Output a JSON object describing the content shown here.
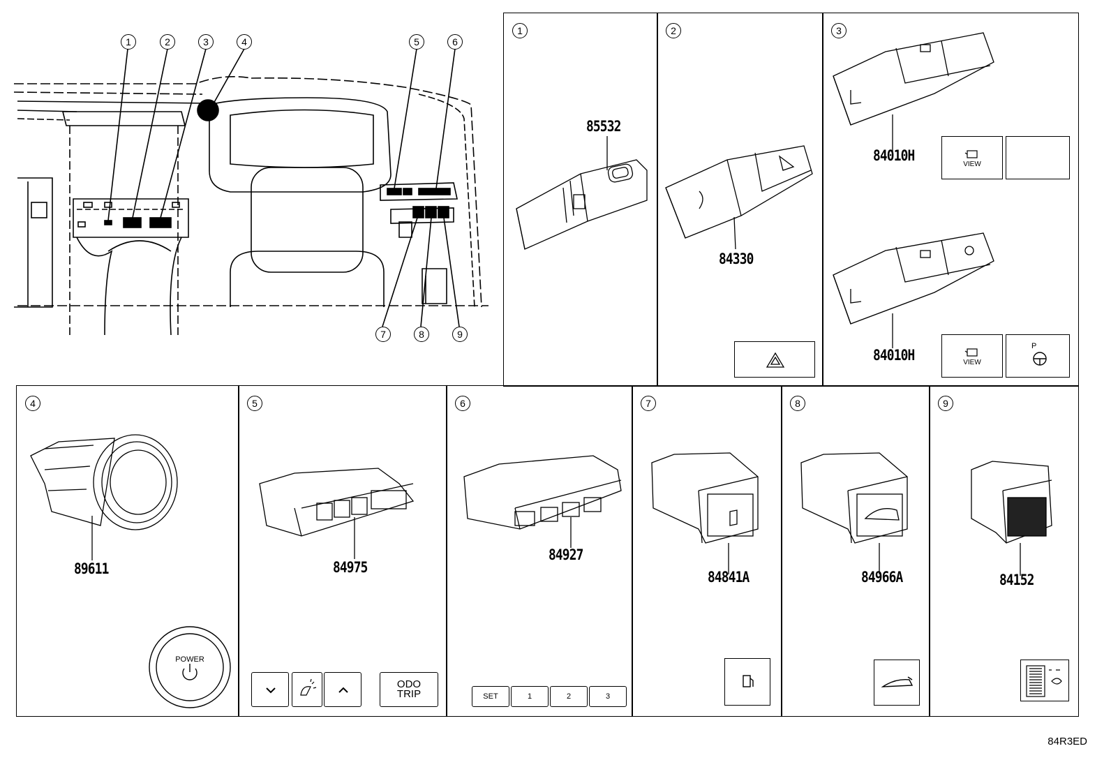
{
  "overview": {
    "callouts": [
      "1",
      "2",
      "3",
      "4",
      "5",
      "6",
      "7",
      "8",
      "9"
    ]
  },
  "panels": {
    "p1": {
      "num": "1",
      "part": "85532"
    },
    "p2": {
      "num": "2",
      "part": "84330"
    },
    "p3": {
      "num": "3",
      "part_a": "84010H",
      "part_b": "84010H",
      "view_label": "VIEW",
      "view_label_b": "VIEW",
      "p_label": "P"
    },
    "p4": {
      "num": "4",
      "part": "89611",
      "power_label": "POWER"
    },
    "p5": {
      "num": "5",
      "part": "84975",
      "odo": "ODO",
      "trip": "TRIP"
    },
    "p6": {
      "num": "6",
      "part": "84927",
      "keys": [
        "SET",
        "1",
        "2",
        "3"
      ]
    },
    "p7": {
      "num": "7",
      "part": "84841A"
    },
    "p8": {
      "num": "8",
      "part": "84966A"
    },
    "p9": {
      "num": "9",
      "part": "84152"
    }
  },
  "doc_code": "84R3ED",
  "icons": [
    "hazard-icon",
    "camera-view-icon",
    "parking-steering-icon",
    "power-icon",
    "chevron-down-icon",
    "dimmer-icon",
    "chevron-up-icon",
    "fuel-door-icon",
    "rear-hatch-icon",
    "light-dial-icon"
  ]
}
